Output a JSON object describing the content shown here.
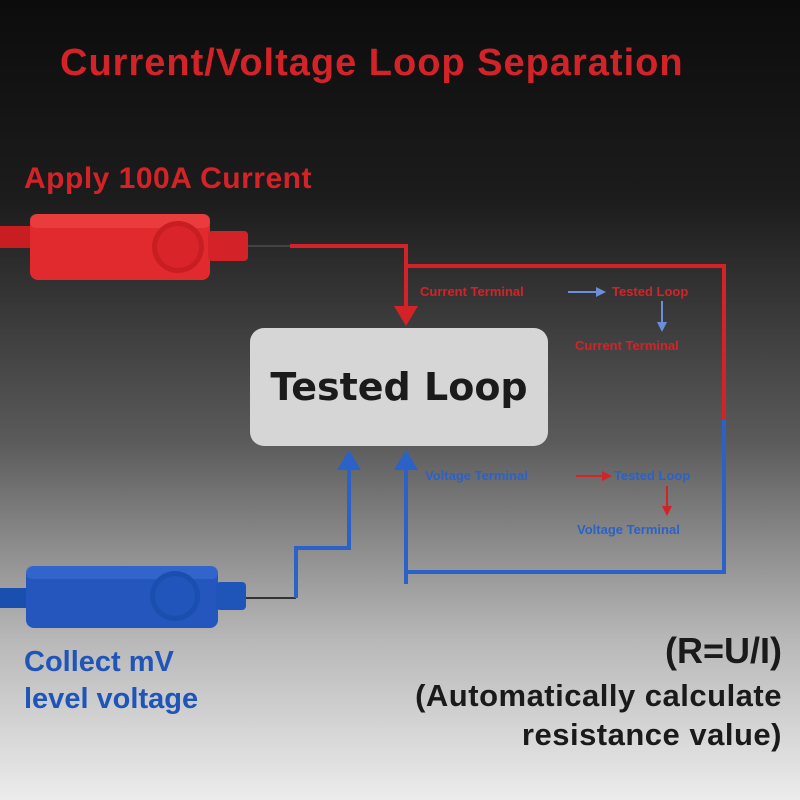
{
  "title": "Current/Voltage Loop Separation",
  "apply_label": "Apply 100A Current",
  "collect_label": [
    "Collect mV",
    "level voltage"
  ],
  "tested_loop_label": "Tested Loop",
  "current_flow": {
    "from": "Current Terminal",
    "via": "Tested Loop",
    "to": "Current Terminal"
  },
  "voltage_flow": {
    "from": "Voltage Terminal",
    "via": "Tested Loop",
    "to": "Voltage Terminal"
  },
  "formula": "(R=U/I)",
  "note": [
    "(Automatically calculate",
    "resistance value)"
  ],
  "colors": {
    "current": "#d42328",
    "voltage": "#1f55b8",
    "box": "#d6d6d6"
  }
}
